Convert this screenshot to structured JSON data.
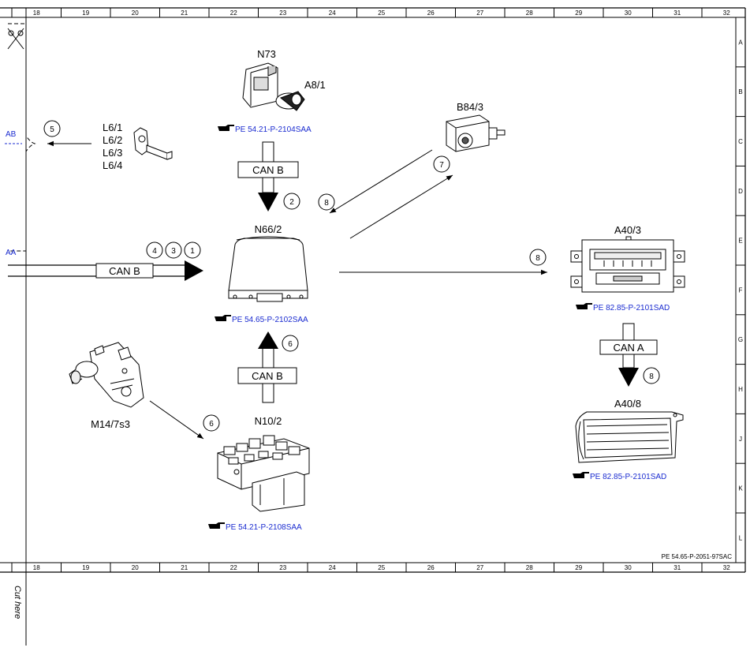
{
  "frame": {
    "columns": [
      "18",
      "19",
      "20",
      "21",
      "22",
      "23",
      "24",
      "25",
      "26",
      "27",
      "28",
      "29",
      "30",
      "31",
      "32"
    ],
    "rows": [
      "A",
      "B",
      "C",
      "D",
      "E",
      "F",
      "G",
      "H",
      "J",
      "K",
      "L"
    ],
    "doc_id": "PE 54.65-P-2051-97SAC",
    "cut_here": "Cut here",
    "left_partial_ab": "AB",
    "left_partial_aa": "AA"
  },
  "components": {
    "n73": {
      "label": "N73",
      "sublabel": "A8/1",
      "ref": "PE 54.21-P-2104SAA"
    },
    "l6": {
      "labels": [
        "L6/1",
        "L6/2",
        "L6/3",
        "L6/4"
      ]
    },
    "b84": {
      "label": "B84/3"
    },
    "n66": {
      "label": "N66/2",
      "ref": "PE 54.65-P-2102SAA"
    },
    "a40_3": {
      "label": "A40/3",
      "ref": "PE 82.85-P-2101SAD"
    },
    "a40_8": {
      "label": "A40/8",
      "ref": "PE 82.85-P-2101SAD"
    },
    "m14": {
      "label": "M14/7s3"
    },
    "n10": {
      "label": "N10/2",
      "ref": "PE 54.21-P-2108SAA"
    }
  },
  "buses": {
    "left": "CAN B",
    "top": "CAN B",
    "bottom": "CAN B",
    "right": "CAN A"
  },
  "markers": {
    "m5": "5",
    "m2": "2",
    "m8_upper": "8",
    "m7": "7",
    "m4": "4",
    "m3": "3",
    "m1": "1",
    "m8_mid": "8",
    "m6_upper": "6",
    "m6_lower": "6",
    "m8_right": "8"
  }
}
